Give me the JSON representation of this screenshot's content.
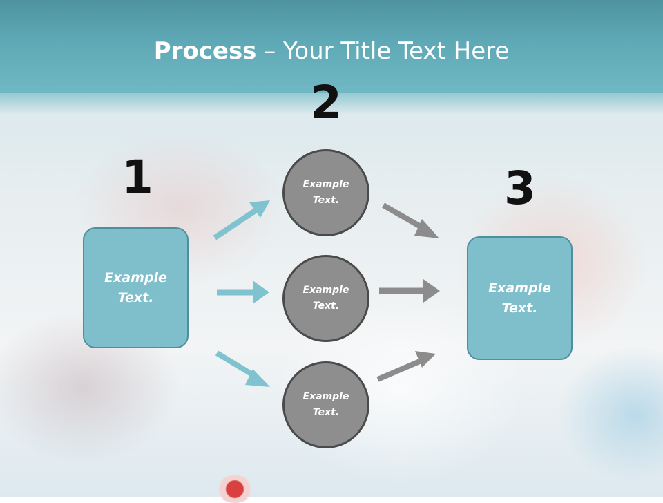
{
  "slide": {
    "title_bold": "Process",
    "title_rest": " – Your Title Text Here"
  },
  "steps": {
    "n1": "1",
    "n2": "2",
    "n3": "3"
  },
  "nodes": {
    "left_box": "Example\nText.",
    "circle_top": "Example\nText.",
    "circle_middle": "Example\nText.",
    "circle_bottom": "Example\nText.",
    "right_box": "Example\nText."
  },
  "colors": {
    "header": "#5fa9b6",
    "box_fill": "#7fbecb",
    "box_border": "#4d8f9c",
    "circle_fill": "#8e8e8e",
    "circle_border": "#4a4a4a",
    "arrow_teal": "#7ec3cf",
    "arrow_gray": "#8c8c8c"
  }
}
